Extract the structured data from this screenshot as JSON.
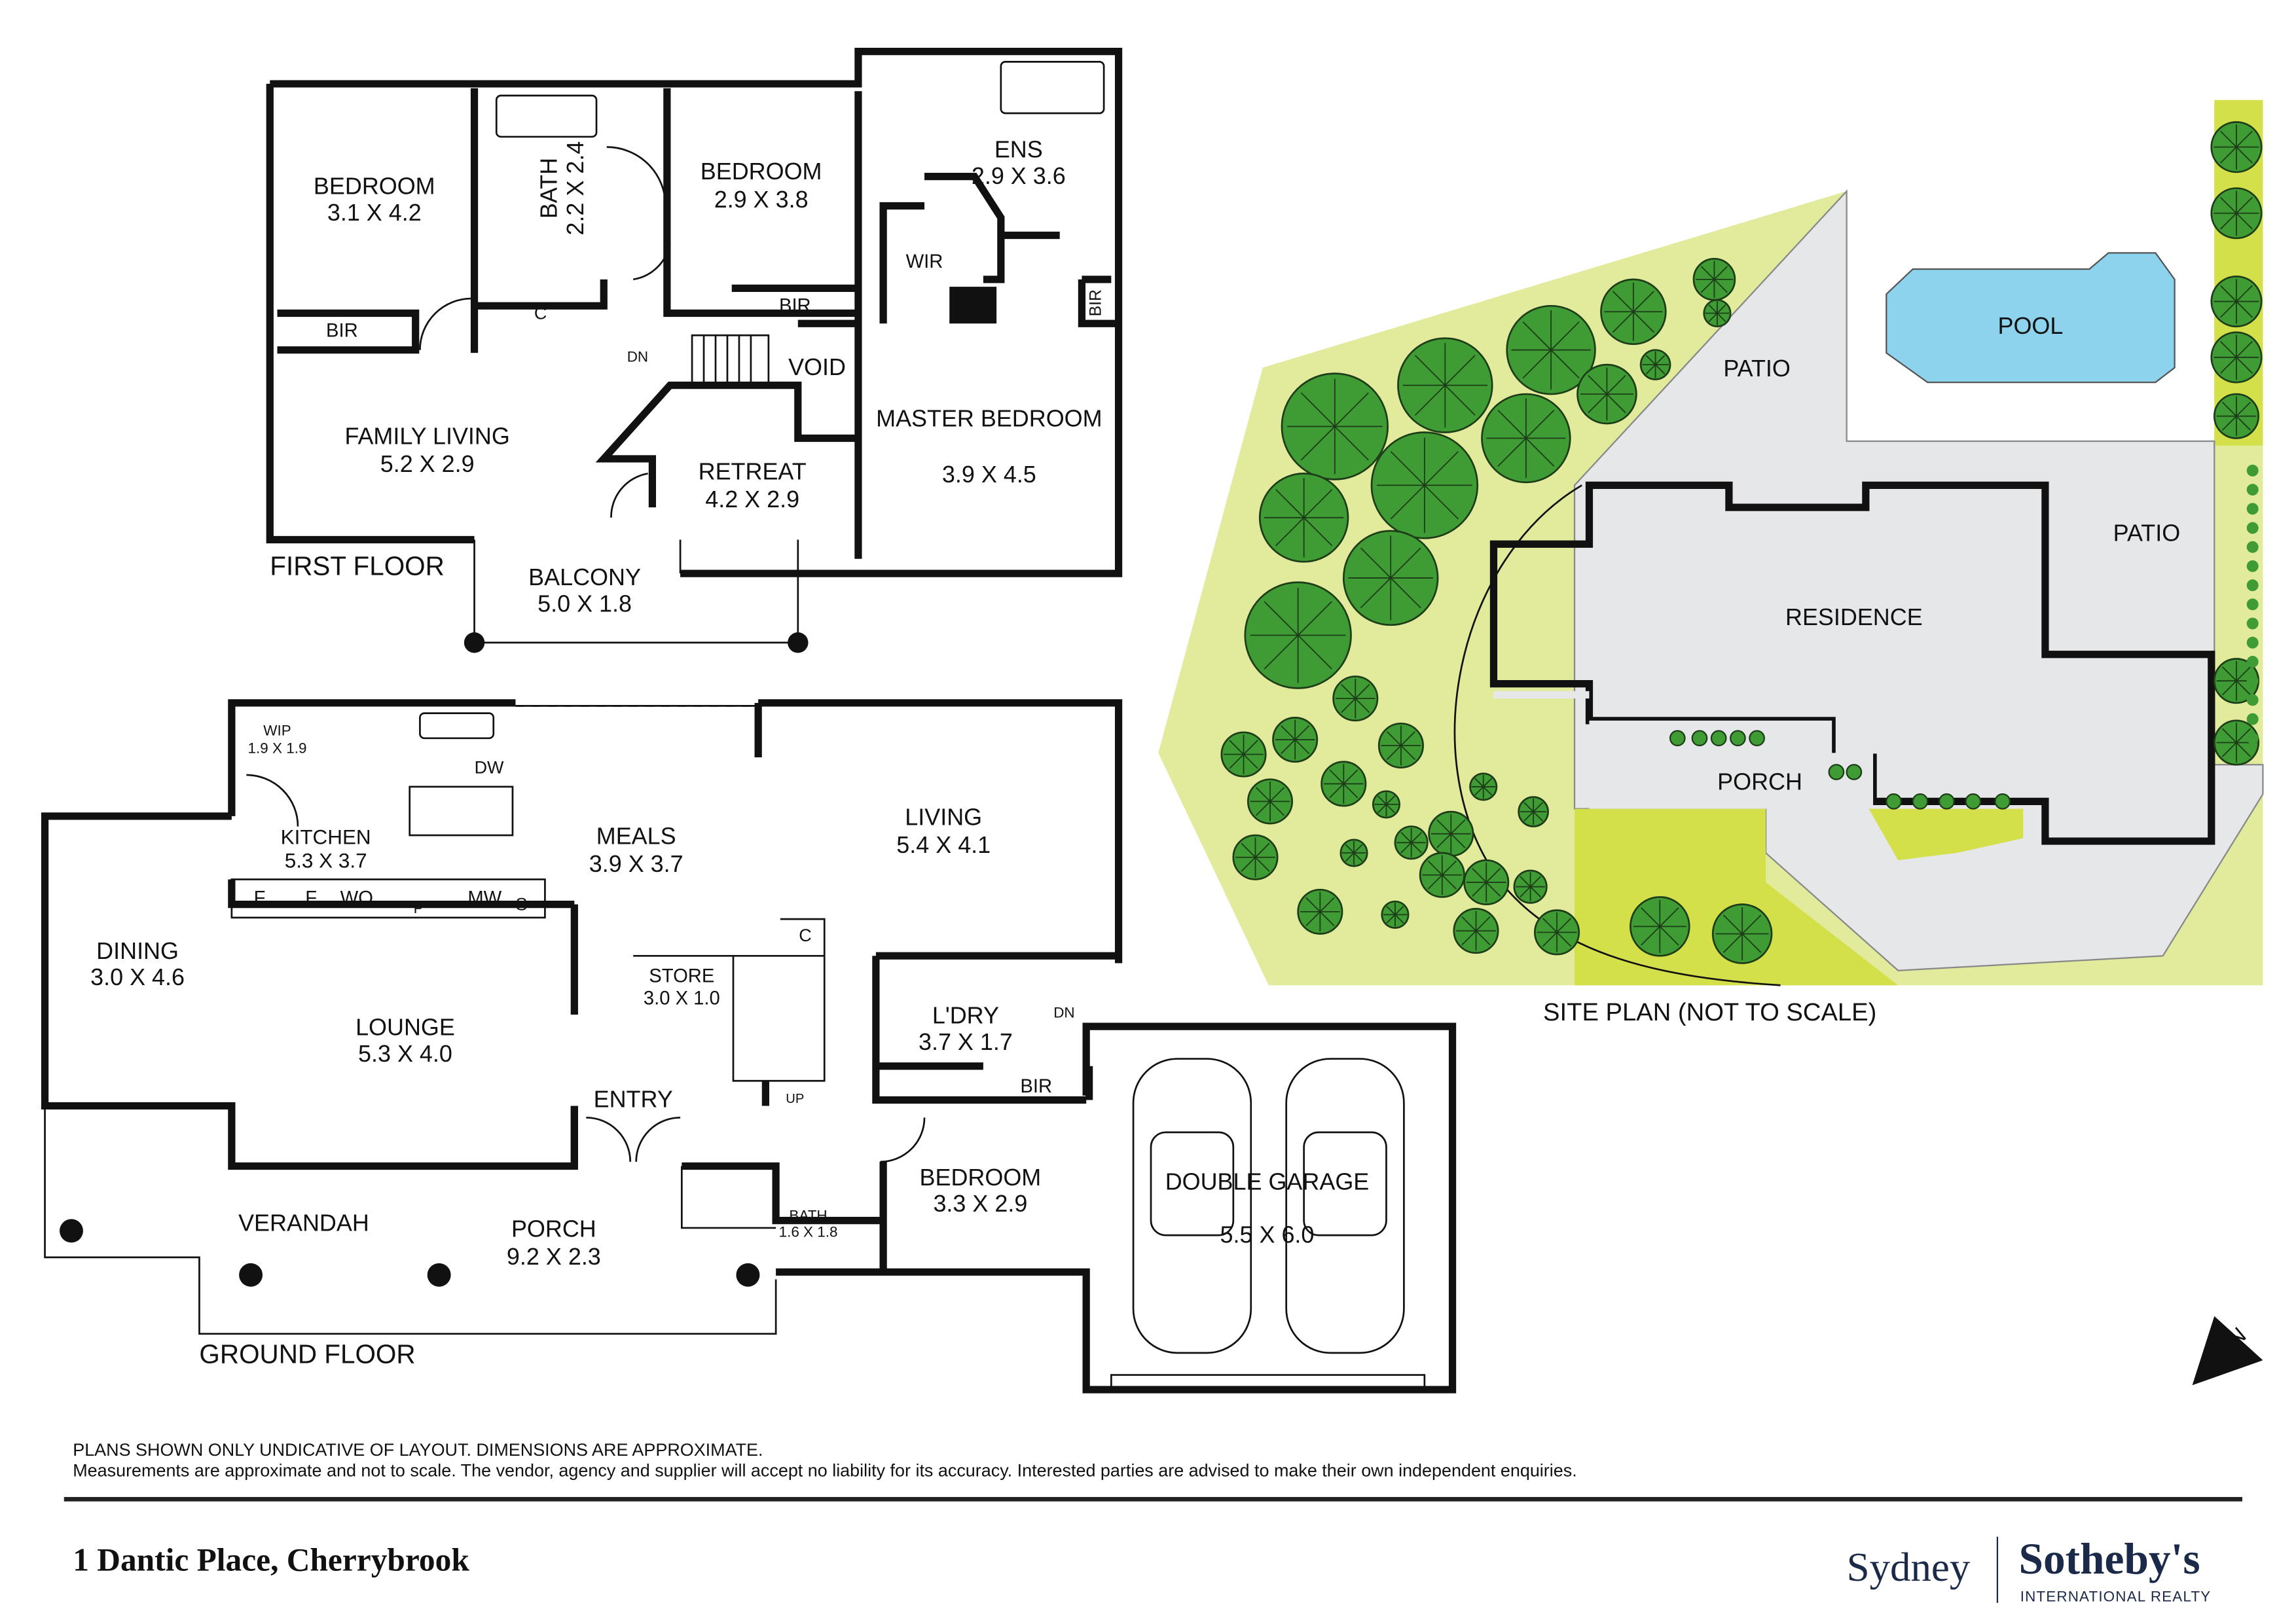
{
  "first_floor": {
    "title": "FIRST FLOOR",
    "rooms": [
      {
        "name": "BEDROOM",
        "size": "3.1 X 4.2"
      },
      {
        "name": "BATH",
        "size": "2.2 X 2.4"
      },
      {
        "name": "BEDROOM",
        "size": "2.9 X 3.8"
      },
      {
        "name": "ENS",
        "size": "2.9 X 3.6"
      },
      {
        "name": "FAMILY LIVING",
        "size": "5.2 X 2.9"
      },
      {
        "name": "RETREAT",
        "size": "4.2 X 2.9"
      },
      {
        "name": "MASTER BEDROOM",
        "size": "3.9 X 4.5"
      },
      {
        "name": "BALCONY",
        "size": "5.0 X 1.8"
      }
    ],
    "labels": {
      "bir1": "BIR",
      "bir2": "BIR",
      "bir3": "BIR",
      "c": "C",
      "dn": "DN",
      "void": "VOID",
      "wir": "WIR"
    }
  },
  "ground_floor": {
    "title": "GROUND FLOOR",
    "rooms": [
      {
        "name": "WIP",
        "size": "1.9 X 1.9"
      },
      {
        "name": "KITCHEN",
        "size": "5.3 X 3.7"
      },
      {
        "name": "MEALS",
        "size": "3.9 X 3.7"
      },
      {
        "name": "LIVING",
        "size": "5.4 X 4.1"
      },
      {
        "name": "DINING",
        "size": "3.0 X 4.6"
      },
      {
        "name": "LOUNGE",
        "size": "5.3 X 4.0"
      },
      {
        "name": "STORE",
        "size": "3.0 X 1.0"
      },
      {
        "name": "L'DRY",
        "size": "3.7 X 1.7"
      },
      {
        "name": "BEDROOM",
        "size": "3.3 X 2.9"
      },
      {
        "name": "BATH",
        "size": "1.6 X 1.8"
      },
      {
        "name": "PORCH",
        "size": "9.2 X 2.3"
      },
      {
        "name": "DOUBLE GARAGE",
        "size": "5.5 X 6.0"
      }
    ],
    "labels": {
      "dw": "DW",
      "f1": "F",
      "f2": "F",
      "wo": "WO",
      "p": "P",
      "mw": "MW",
      "s": "S",
      "c": "C",
      "up": "UP",
      "dn": "DN",
      "bir": "BIR",
      "entry": "ENTRY",
      "verandah": "VERANDAH"
    }
  },
  "site_plan": {
    "title": "SITE PLAN (NOT TO SCALE)",
    "labels": {
      "pool": "POOL",
      "patio1": "PATIO",
      "patio2": "PATIO",
      "residence": "RESIDENCE",
      "porch": "PORCH"
    },
    "north": "N",
    "colors": {
      "lawn": "#e2ea9c",
      "lawn_bright": "#d3e04a",
      "paving": "#e6e7e8",
      "pool": "#8dd3ee",
      "tree": "#3f9c35"
    }
  },
  "footer": {
    "disclaimer_1": "PLANS SHOWN ONLY UNDICATIVE OF LAYOUT. DIMENSIONS ARE APPROXIMATE.",
    "disclaimer_2": "Measurements are approximate and not to scale. The vendor, agency and supplier will accept no liability for its accuracy. Interested parties are advised to make their own independent enquiries.",
    "address": "1 Dantic Place, Cherrybrook",
    "brand_city": "Sydney",
    "brand_name": "Sotheby's",
    "brand_sub": "INTERNATIONAL REALTY"
  }
}
